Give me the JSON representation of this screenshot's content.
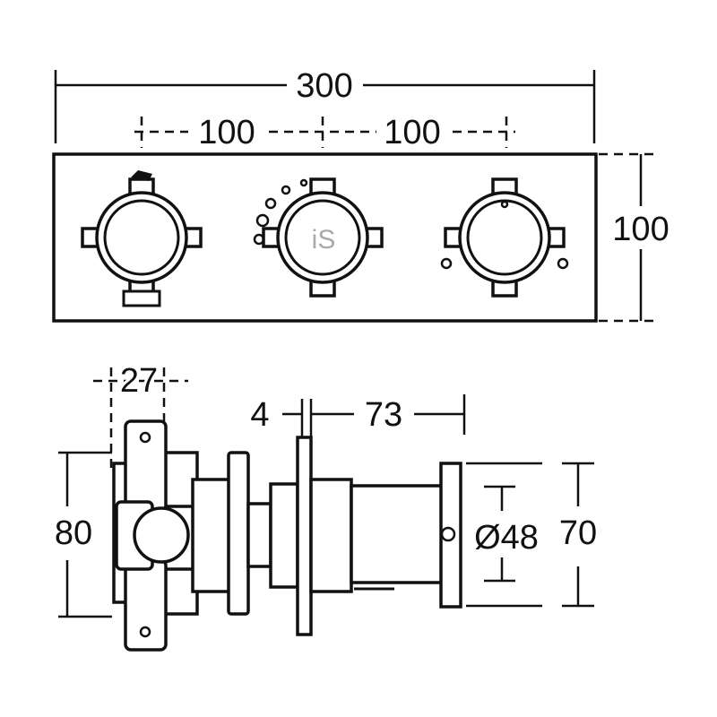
{
  "dimensions": {
    "overall_width": "300",
    "spacing_left": "100",
    "spacing_right": "100",
    "plate_height": "100",
    "body_depth": "27",
    "plate_thickness": "4",
    "projection": "73",
    "body_height": "80",
    "knob_diameter": "Ø48",
    "knob_flange": "70"
  },
  "logo": "iS"
}
